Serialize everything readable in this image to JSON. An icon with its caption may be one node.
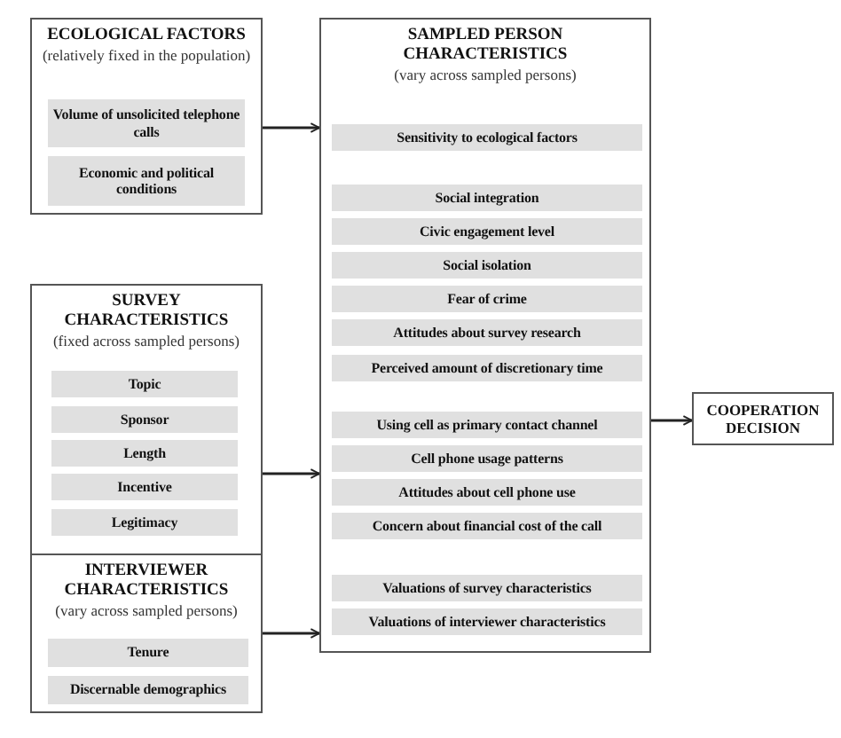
{
  "diagram": {
    "nodes": [
      {
        "text": [
          "ECOLOGICAL FACTORS",
          "(relatively fixed in the population)"
        ]
      },
      {
        "text": [
          "Volume of unsolicited telephone calls"
        ],
        "in": 0
      },
      {
        "text": [
          "Economic and political conditions"
        ],
        "in": 0
      },
      {
        "text": [
          "SURVEY CHARACTERISTICS",
          "(fixed across sampled persons)"
        ]
      },
      {
        "text": [
          "Topic"
        ],
        "in": 3
      },
      {
        "text": [
          "Sponsor"
        ],
        "in": 3
      },
      {
        "text": [
          "Length"
        ],
        "in": 3
      },
      {
        "text": [
          "Incentive"
        ],
        "in": 3
      },
      {
        "text": [
          "Legitimacy"
        ],
        "in": 3
      },
      {
        "text": [
          "INTERVIEWER CHARACTERISTICS",
          "(vary across sampled persons)"
        ]
      },
      {
        "text": [
          "Tenure"
        ],
        "in": 9
      },
      {
        "text": [
          "Discernable demographics"
        ],
        "in": 9
      },
      {
        "text": [
          "SAMPLED PERSON CHARACTERISTICS",
          "(vary across sampled persons)"
        ]
      },
      {
        "text": [
          "Sensitivity to ecological factors"
        ],
        "in": 12
      },
      {
        "text": [
          "Social integration"
        ],
        "in": 12
      },
      {
        "text": [
          "Civic engagement level"
        ],
        "in": 12
      },
      {
        "text": [
          "Social isolation"
        ],
        "in": 12
      },
      {
        "text": [
          "Fear of crime"
        ],
        "in": 12
      },
      {
        "text": [
          "Attitudes about survey research"
        ],
        "in": 12
      },
      {
        "text": [
          "Perceived amount of discretionary time"
        ],
        "in": 12
      },
      {
        "text": [
          "Using cell as primary contact channel"
        ],
        "in": 12
      },
      {
        "text": [
          "Cell phone usage patterns"
        ],
        "in": 12
      },
      {
        "text": [
          "Attitudes about cell phone use"
        ],
        "in": 12
      },
      {
        "text": [
          "Concern about financial cost of the call"
        ],
        "in": 12
      },
      {
        "text": [
          "Valuations of survey characteristics"
        ],
        "in": 12
      },
      {
        "text": [
          "Valuations of interviewer characteristics"
        ],
        "in": 12
      },
      {
        "text": [
          "COOPERATION DECISION"
        ]
      }
    ],
    "edges": [
      {
        "from": 0,
        "to": 12,
        "arrow": "to"
      },
      {
        "from": 3,
        "to": 12,
        "arrow": "to"
      },
      {
        "from": 9,
        "to": 12,
        "arrow": "to"
      },
      {
        "from": 12,
        "to": 26,
        "arrow": "to"
      }
    ]
  }
}
